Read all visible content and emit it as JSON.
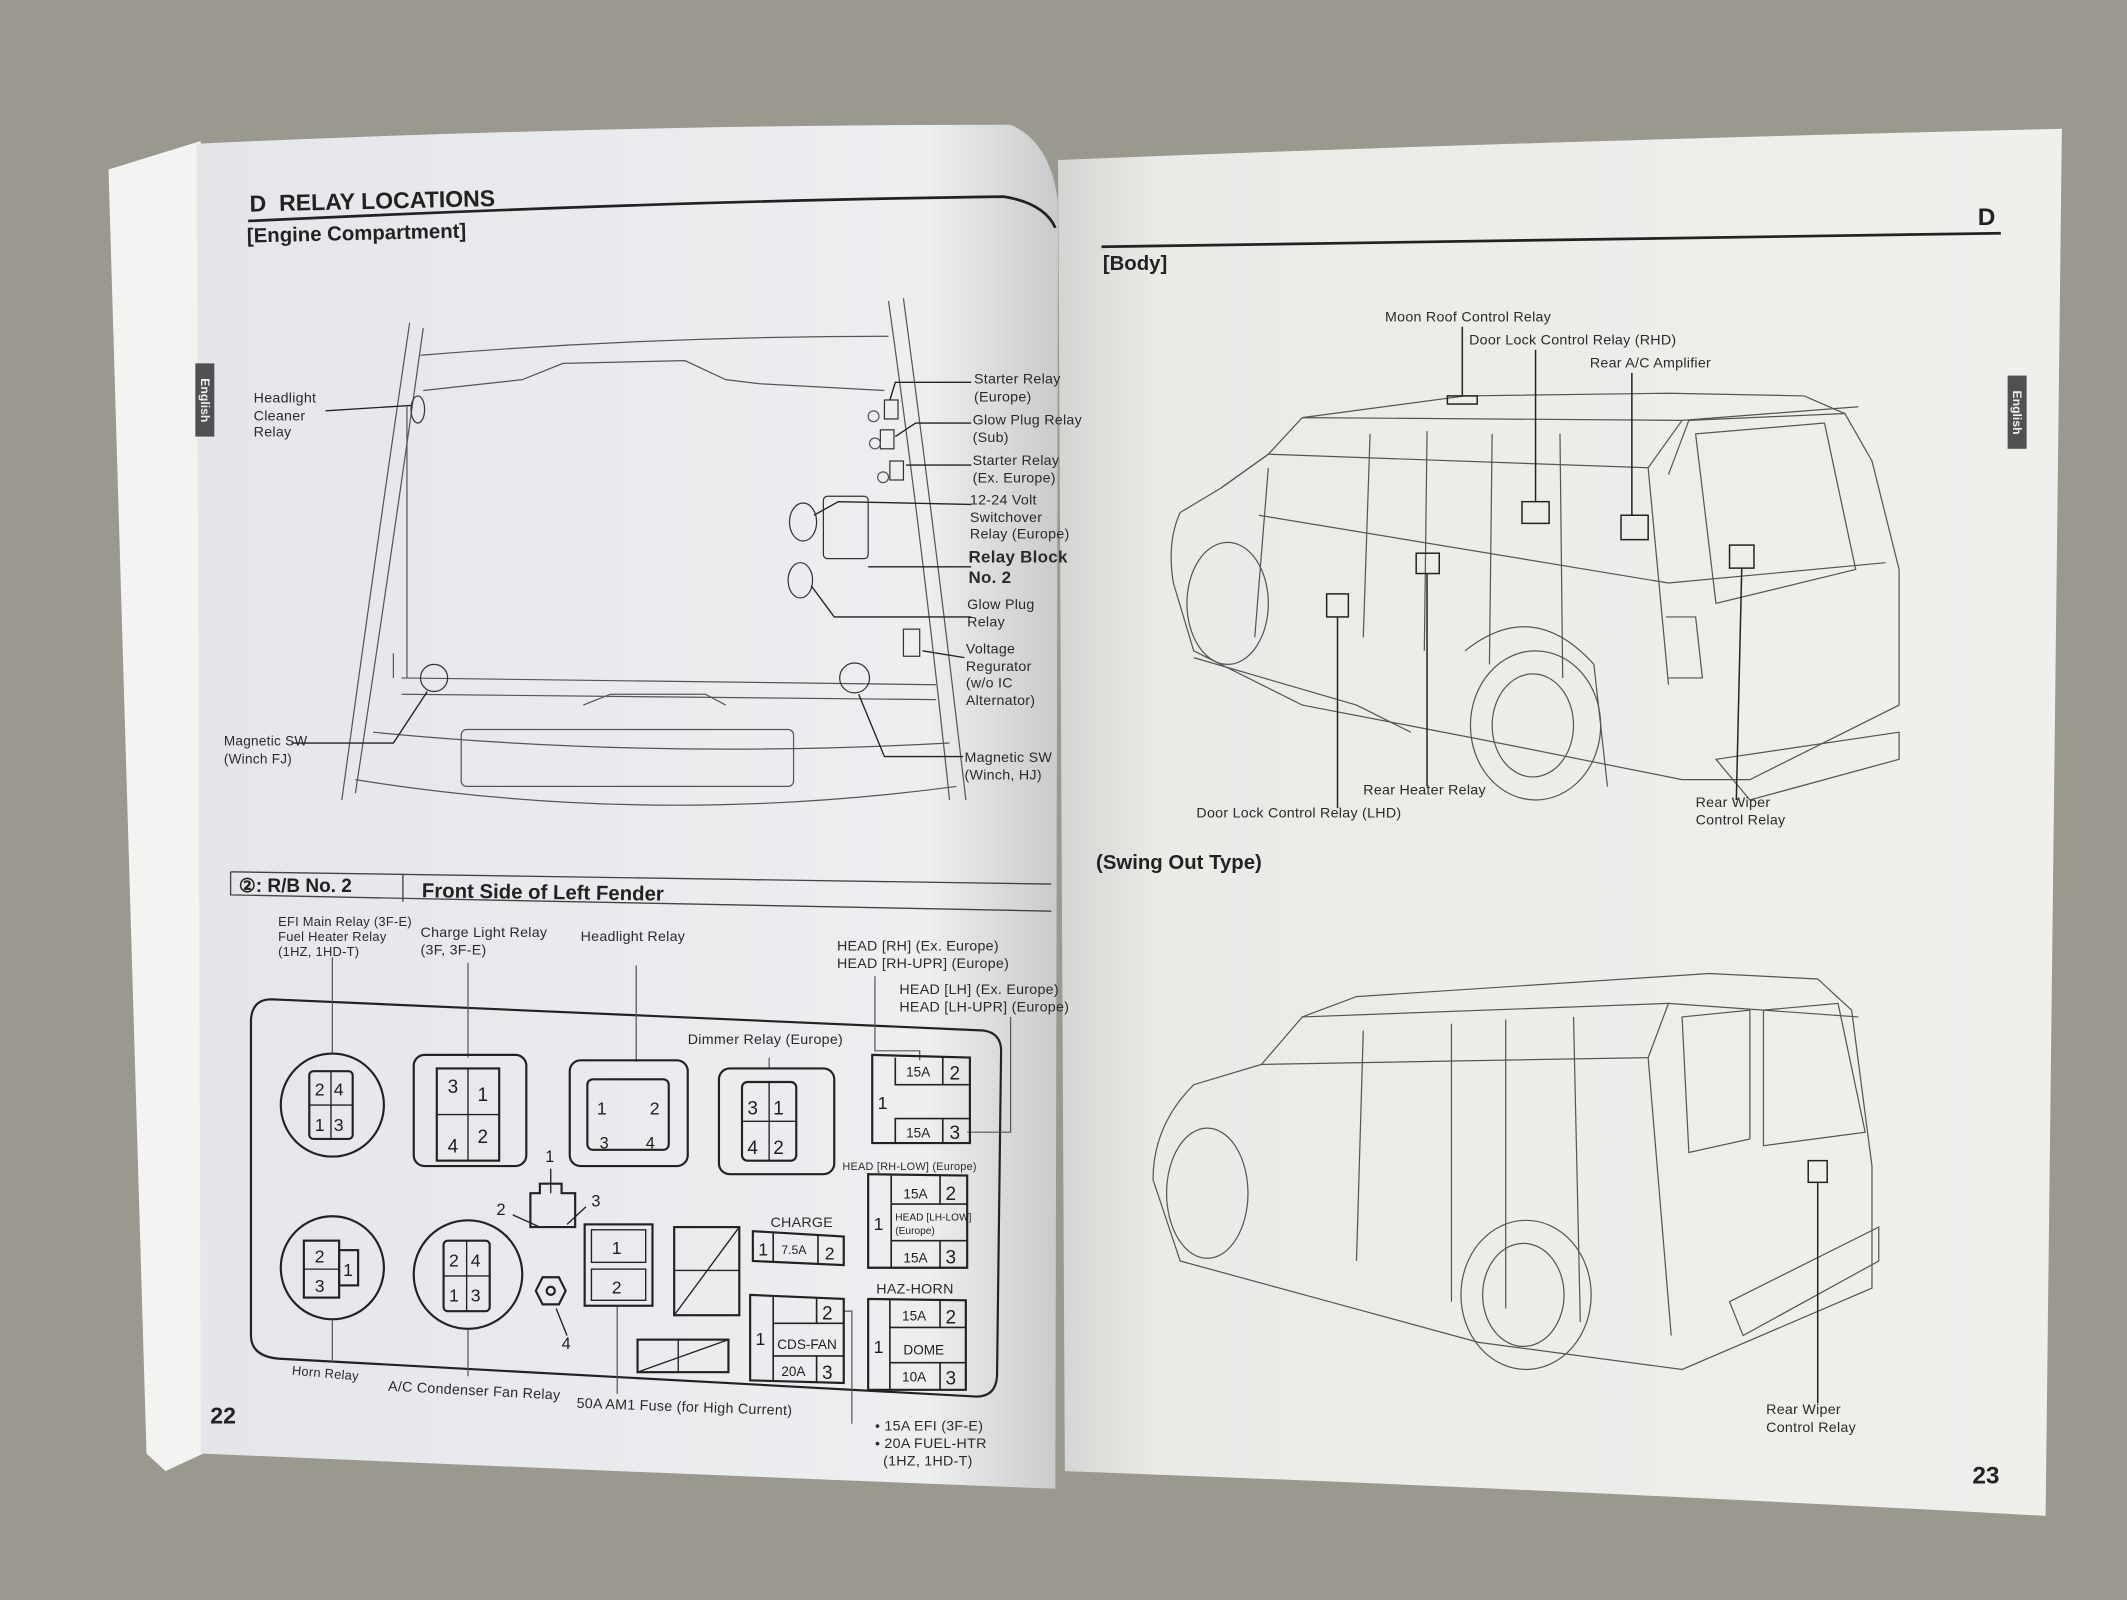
{
  "left_page": {
    "section_letter": "D",
    "title": "RELAY LOCATIONS",
    "subtitle": "[Engine Compartment]",
    "tab": "English",
    "page_number": "22",
    "engine_labels": {
      "headlight_cleaner": "Headlight\nCleaner\nRelay",
      "starter_europe": "Starter Relay\n(Europe)",
      "glow_plug_sub": "Glow Plug Relay\n(Sub)",
      "starter_ex_europe": "Starter Relay\n(Ex. Europe)",
      "switchover": "12-24 Volt\nSwitchover\nRelay (Europe)",
      "relay_block": "Relay Block\nNo. 2",
      "glow_plug": "Glow Plug\nRelay",
      "voltage_reg": "Voltage\nRegurator\n(w/o IC\nAlternator)",
      "magnetic_sw_fj": "Magnetic SW\n(Winch FJ)",
      "magnetic_sw_hj": "Magnetic SW\n(Winch, HJ)"
    },
    "rb2": {
      "badge": "②",
      "name": ": R/B No. 2",
      "location": "Front Side of Left Fender",
      "labels": {
        "efi_main": "EFI Main Relay (3F-E)\nFuel Heater Relay\n(1HZ, 1HD-T)",
        "charge_light": "Charge Light Relay\n(3F, 3F-E)",
        "headlight": "Headlight Relay",
        "head_rh": "HEAD [RH] (Ex. Europe)\nHEAD [RH-UPR] (Europe)",
        "head_lh": "HEAD [LH] (Ex. Europe)\nHEAD [LH-UPR] (Europe)",
        "dimmer": "Dimmer Relay (Europe)",
        "head_rh_low": "HEAD [RH-LOW] (Europe)",
        "head_lh_low": "HEAD [LH-LOW]",
        "head_lh_low_note": "(Europe)",
        "charge": "CHARGE",
        "haz_horn": "HAZ-HORN",
        "cds_fan": "CDS-FAN",
        "dome": "DOME",
        "horn": "Horn Relay",
        "ac_condenser": "A/C Condenser Fan Relay",
        "am1": "50A AM1 Fuse (for High Current)",
        "fuse_note_1": "• 15A EFI (3F-E)",
        "fuse_note_2": "• 20A FUEL-HTR",
        "fuse_note_3": "(1HZ, 1HD-T)"
      },
      "pins": {
        "efi": [
          "2",
          "4",
          "1",
          "3"
        ],
        "charge_light": [
          "3",
          "1",
          "4",
          "2"
        ],
        "headlight": [
          "1",
          "2",
          "3",
          "4"
        ],
        "dimmer": [
          "3",
          "1",
          "4",
          "2"
        ],
        "horn": [
          "2",
          "3",
          "1"
        ],
        "ac_condenser": [
          "2",
          "4",
          "1",
          "3"
        ],
        "connector": [
          "1",
          "2",
          "3",
          "4"
        ],
        "am1": [
          "1",
          "2"
        ]
      },
      "fuses": {
        "one": "1",
        "two": "2",
        "three": "3",
        "a15": "15A",
        "a7_5": "7.5A",
        "a20": "20A",
        "a10": "10A"
      }
    }
  },
  "right_page": {
    "section_letter": "D",
    "tab": "English",
    "page_number": "23",
    "body_heading": "[Body]",
    "swing_heading": "(Swing Out Type)",
    "labels": {
      "moon_roof": "Moon Roof Control Relay",
      "door_lock_rhd": "Door Lock Control Relay (RHD)",
      "rear_ac": "Rear A/C Amplifier",
      "rear_heater": "Rear Heater Relay",
      "door_lock_lhd": "Door Lock Control Relay (LHD)",
      "rear_wiper": "Rear Wiper\nControl Relay",
      "rear_wiper_2": "Rear Wiper\nControl Relay"
    }
  }
}
